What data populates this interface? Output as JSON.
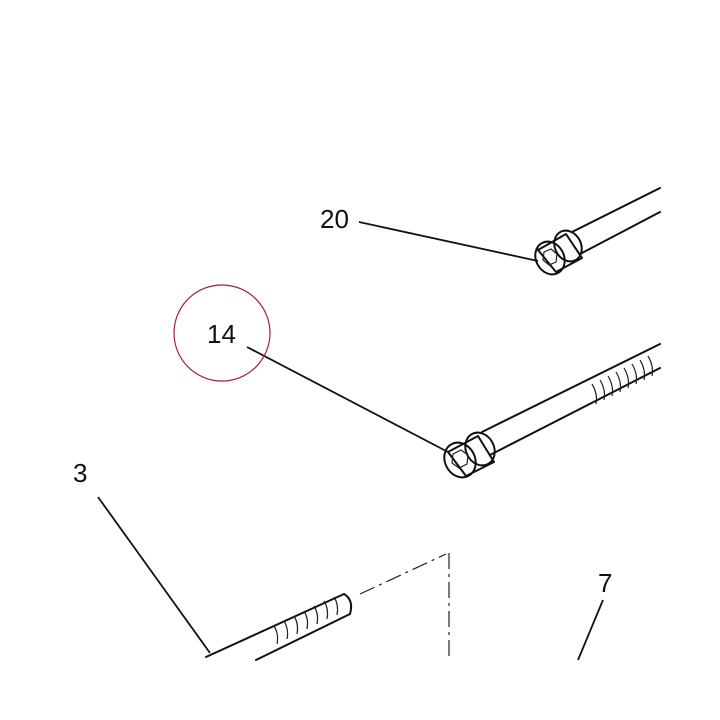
{
  "callouts": {
    "c20": "20",
    "c14": "14",
    "c3": "3",
    "c7": "7"
  },
  "highlight": {
    "target": "14",
    "color": "#a0203c"
  },
  "parts": [
    {
      "callout": "20",
      "part": "socket-head-cap-screw"
    },
    {
      "callout": "14",
      "part": "socket-head-cap-screw"
    },
    {
      "callout": "3",
      "part": "threaded-stud"
    },
    {
      "callout": "7",
      "part": "leader-only"
    }
  ]
}
